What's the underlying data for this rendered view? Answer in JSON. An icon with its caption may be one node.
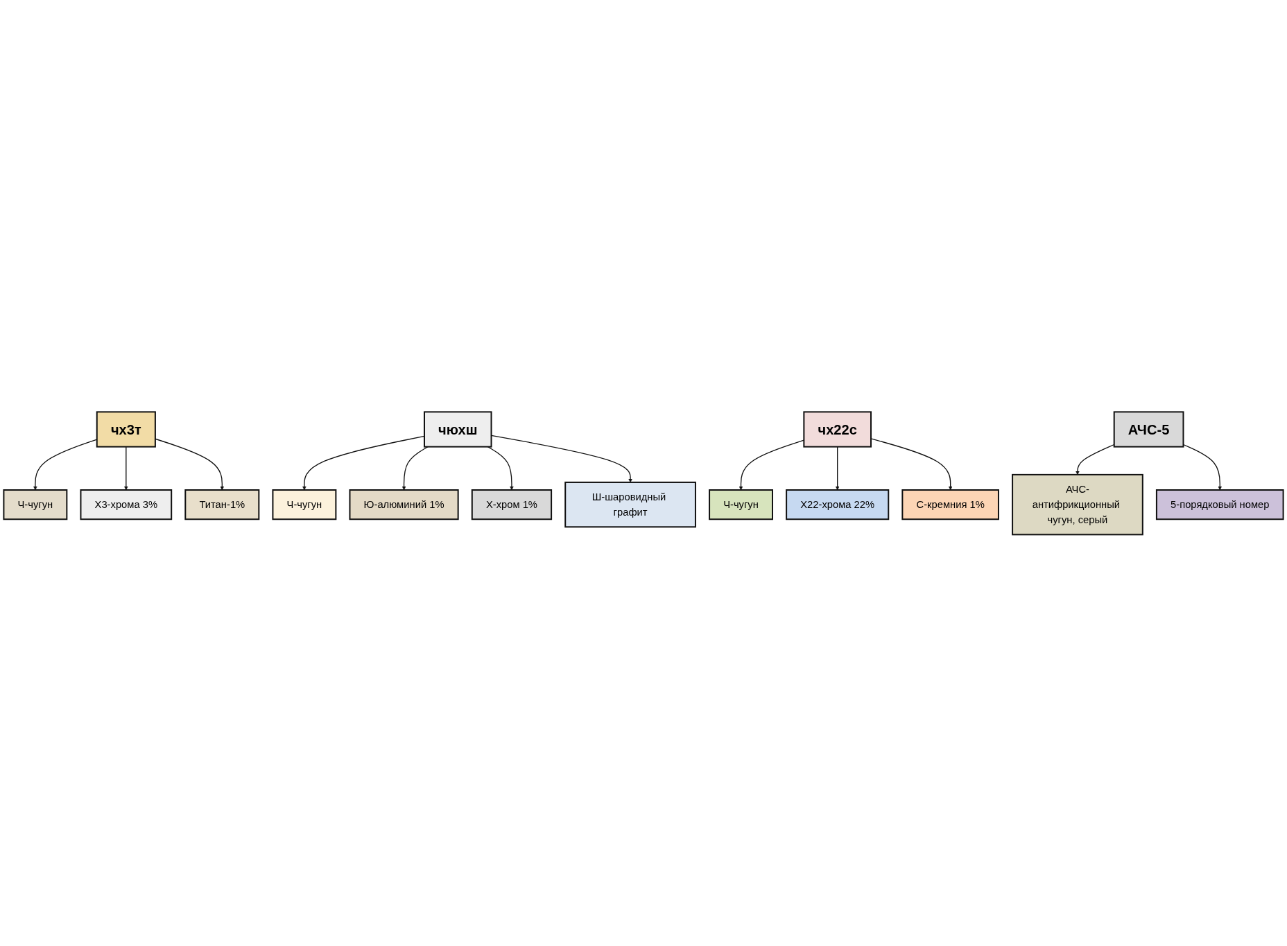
{
  "diagram": {
    "nodes": [
      {
        "text": [
          "чх3т"
        ]
      },
      {
        "text": [
          "Ч-чугун"
        ]
      },
      {
        "text": [
          "Х3-хрома 3%"
        ]
      },
      {
        "text": [
          "Титан-1%"
        ]
      },
      {
        "text": [
          "чюхш"
        ]
      },
      {
        "text": [
          "Ч-чугун"
        ]
      },
      {
        "text": [
          "Ю-алюминий 1%"
        ]
      },
      {
        "text": [
          "Х-хром 1%"
        ]
      },
      {
        "text": [
          "Ш-шаровидный графит"
        ]
      },
      {
        "text": [
          "чх22с"
        ]
      },
      {
        "text": [
          "Ч-чугун"
        ]
      },
      {
        "text": [
          "Х22-хрома 22%"
        ]
      },
      {
        "text": [
          "С-кремния 1%"
        ]
      },
      {
        "text": [
          "АЧС-5"
        ]
      },
      {
        "text": [
          "АЧС-антифрикционный чугун, серый"
        ]
      },
      {
        "text": [
          "5-порядковый номер"
        ]
      }
    ],
    "edges": [
      {
        "from": 0,
        "to": 1,
        "arrow": "to"
      },
      {
        "from": 0,
        "to": 2,
        "arrow": "to"
      },
      {
        "from": 0,
        "to": 3,
        "arrow": "to"
      },
      {
        "from": 4,
        "to": 5,
        "arrow": "to"
      },
      {
        "from": 4,
        "to": 6,
        "arrow": "to"
      },
      {
        "from": 4,
        "to": 7,
        "arrow": "to"
      },
      {
        "from": 4,
        "to": 8,
        "arrow": "to"
      },
      {
        "from": 9,
        "to": 10,
        "arrow": "to"
      },
      {
        "from": 9,
        "to": 11,
        "arrow": "to"
      },
      {
        "from": 9,
        "to": 12,
        "arrow": "to"
      },
      {
        "from": 13,
        "to": 14,
        "arrow": "to"
      },
      {
        "from": 13,
        "to": 15,
        "arrow": "to"
      }
    ]
  }
}
